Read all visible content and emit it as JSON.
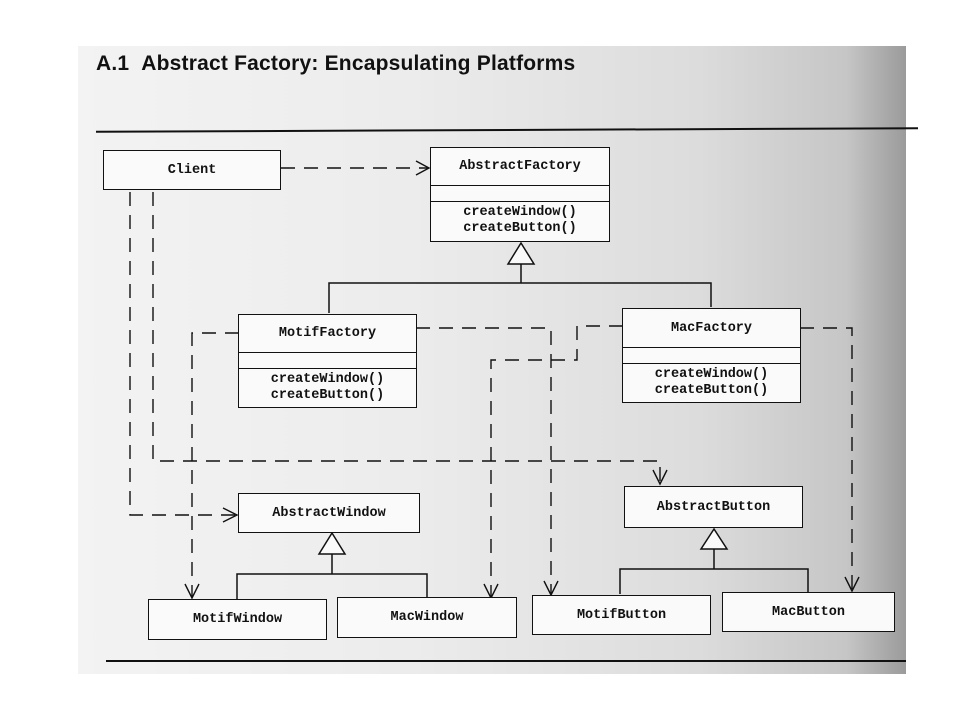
{
  "heading": {
    "number": "A.1",
    "text": "Abstract Factory: Encapsulating Platforms"
  },
  "classes": {
    "client": {
      "name": "Client"
    },
    "abstract_factory": {
      "name": "AbstractFactory",
      "operations": [
        "createWindow()",
        "createButton()"
      ]
    },
    "motif_factory": {
      "name": "MotifFactory",
      "operations": [
        "createWindow()",
        "createButton()"
      ]
    },
    "mac_factory": {
      "name": "MacFactory",
      "operations": [
        "createWindow()",
        "createButton()"
      ]
    },
    "abstract_window": {
      "name": "AbstractWindow"
    },
    "abstract_button": {
      "name": "AbstractButton"
    },
    "motif_window": {
      "name": "MotifWindow"
    },
    "mac_window": {
      "name": "MacWindow"
    },
    "motif_button": {
      "name": "MotifButton"
    },
    "mac_button": {
      "name": "MacButton"
    }
  },
  "colors": {
    "ink": "#111111",
    "paper": "#f3f3f3"
  }
}
